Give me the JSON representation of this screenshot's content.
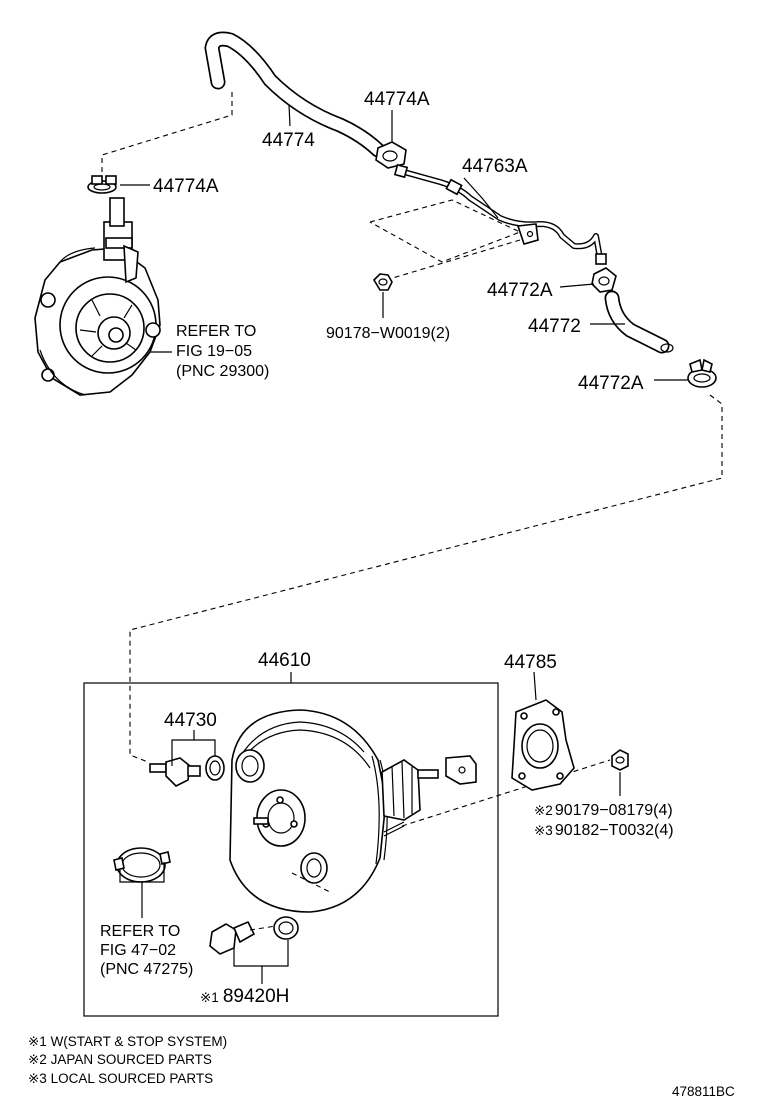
{
  "parts": {
    "hose_44774": "44774",
    "clip_44774A_upper": "44774A",
    "clip_44774A_left": "44774A",
    "pipe_44763A": "44763A",
    "clip_44772A_upper": "44772A",
    "hose_44772": "44772",
    "clip_44772A_lower": "44772A",
    "nut_90178": "90178−W0019(2)",
    "booster_44610": "44610",
    "valve_44730": "44730",
    "gasket_44785": "44785",
    "sensor_89420H": "89420H",
    "nut_90179": "90179−08179(4)",
    "nut_90182": "90182−T0032(4)",
    "mark_1": "※1",
    "mark_2": "※2",
    "mark_3": "※3"
  },
  "refs": {
    "pump_ref_line1": "REFER TO",
    "pump_ref_line2": "FIG 19−05",
    "pump_ref_line3": "(PNC 29300)",
    "cyl_ref_line1": "REFER TO",
    "cyl_ref_line2": "FIG 47−02",
    "cyl_ref_line3": "(PNC 47275)"
  },
  "notes": [
    "※1 W(START & STOP SYSTEM)",
    "※2 JAPAN SOURCED PARTS",
    "※3 LOCAL SOURCED PARTS"
  ],
  "figure_id": "478811BC"
}
